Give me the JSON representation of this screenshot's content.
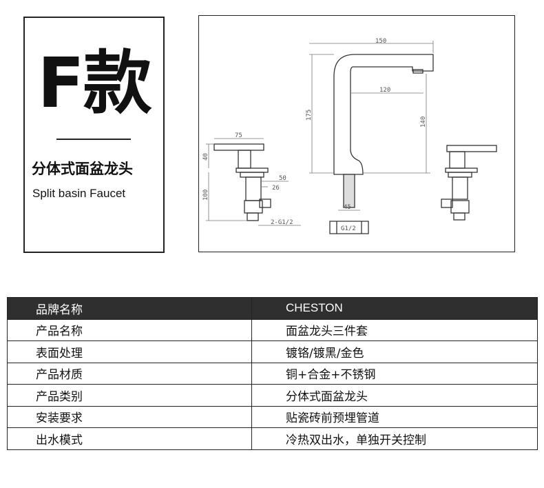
{
  "model": {
    "title": "F款",
    "name_cn": "分体式面盆龙头",
    "name_en": "Split basin Faucet"
  },
  "drawing": {
    "dimensions": [
      "150",
      "120",
      "175",
      "140",
      "75",
      "40",
      "50",
      "26",
      "100",
      "45",
      "2-G1/2",
      "G1/2"
    ]
  },
  "specs": [
    {
      "label": "品牌名称",
      "value": "CHESTON"
    },
    {
      "label": "产品名称",
      "value": "面盆龙头三件套"
    },
    {
      "label": "表面处理",
      "value": "镀铬/镀黑/金色"
    },
    {
      "label": "产品材质",
      "value": "铜+合金+不锈钢"
    },
    {
      "label": "产品类别",
      "value": "分体式面盆龙头"
    },
    {
      "label": "安装要求",
      "value": "贴瓷砖前预埋管道"
    },
    {
      "label": "出水模式",
      "value": "冷热双出水，单独开关控制"
    }
  ]
}
